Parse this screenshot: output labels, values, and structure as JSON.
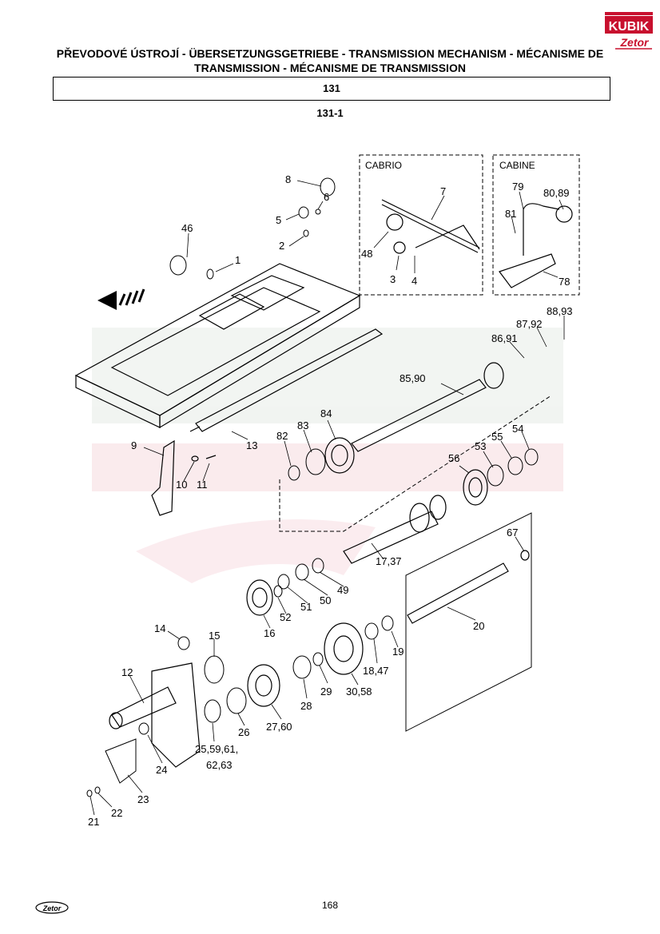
{
  "header": {
    "logo_text": "KUBIK",
    "logo_sub": "Zetor",
    "title_line1": "PŘEVODOVÉ ÚSTROJÍ - ÜBERSETZUNGSGETRIEBE - TRANSMISSION MECHANISM - MÉCANISME DE",
    "title_line2": "TRANSMISSION - MÉCANISME DE TRANSMISSION",
    "section": "131",
    "subsection": "131-1"
  },
  "insets": {
    "cabrio": "CABRIO",
    "cabine": "CABINE"
  },
  "callouts": [
    {
      "id": "c8",
      "text": "8"
    },
    {
      "id": "c6",
      "text": "6"
    },
    {
      "id": "c5",
      "text": "5"
    },
    {
      "id": "c2",
      "text": "2"
    },
    {
      "id": "c46",
      "text": "46"
    },
    {
      "id": "c1",
      "text": "1"
    },
    {
      "id": "c7",
      "text": "7"
    },
    {
      "id": "c48",
      "text": "48"
    },
    {
      "id": "c3",
      "text": "3"
    },
    {
      "id": "c4",
      "text": "4"
    },
    {
      "id": "c79",
      "text": "79"
    },
    {
      "id": "c8089",
      "text": "80,89"
    },
    {
      "id": "c81",
      "text": "81"
    },
    {
      "id": "c78",
      "text": "78"
    },
    {
      "id": "c8893",
      "text": "88,93"
    },
    {
      "id": "c8792",
      "text": "87,92"
    },
    {
      "id": "c8691",
      "text": "86,91"
    },
    {
      "id": "c8590",
      "text": "85,90"
    },
    {
      "id": "c84",
      "text": "84"
    },
    {
      "id": "c83",
      "text": "83"
    },
    {
      "id": "c82",
      "text": "82"
    },
    {
      "id": "c13",
      "text": "13"
    },
    {
      "id": "c9",
      "text": "9"
    },
    {
      "id": "c10",
      "text": "10"
    },
    {
      "id": "c11",
      "text": "11"
    },
    {
      "id": "c53",
      "text": "53"
    },
    {
      "id": "c55",
      "text": "55"
    },
    {
      "id": "c54",
      "text": "54"
    },
    {
      "id": "c56",
      "text": "56"
    },
    {
      "id": "c67",
      "text": "67"
    },
    {
      "id": "c1737",
      "text": "17,37"
    },
    {
      "id": "c49",
      "text": "49"
    },
    {
      "id": "c50",
      "text": "50"
    },
    {
      "id": "c51",
      "text": "51"
    },
    {
      "id": "c52",
      "text": "52"
    },
    {
      "id": "c16",
      "text": "16"
    },
    {
      "id": "c20",
      "text": "20"
    },
    {
      "id": "c19",
      "text": "19"
    },
    {
      "id": "c1847",
      "text": "18,47"
    },
    {
      "id": "c14",
      "text": "14"
    },
    {
      "id": "c15",
      "text": "15"
    },
    {
      "id": "c12",
      "text": "12"
    },
    {
      "id": "c29",
      "text": "29"
    },
    {
      "id": "c3058",
      "text": "30,58"
    },
    {
      "id": "c28",
      "text": "28"
    },
    {
      "id": "c2760",
      "text": "27,60"
    },
    {
      "id": "c26",
      "text": "26"
    },
    {
      "id": "c25",
      "text": "25,59,61,"
    },
    {
      "id": "c6263",
      "text": "62,63"
    },
    {
      "id": "c24",
      "text": "24"
    },
    {
      "id": "c23",
      "text": "23"
    },
    {
      "id": "c22",
      "text": "22"
    },
    {
      "id": "c21",
      "text": "21"
    }
  ],
  "footer": {
    "logo_text": "Zetor",
    "page_number": "168"
  }
}
